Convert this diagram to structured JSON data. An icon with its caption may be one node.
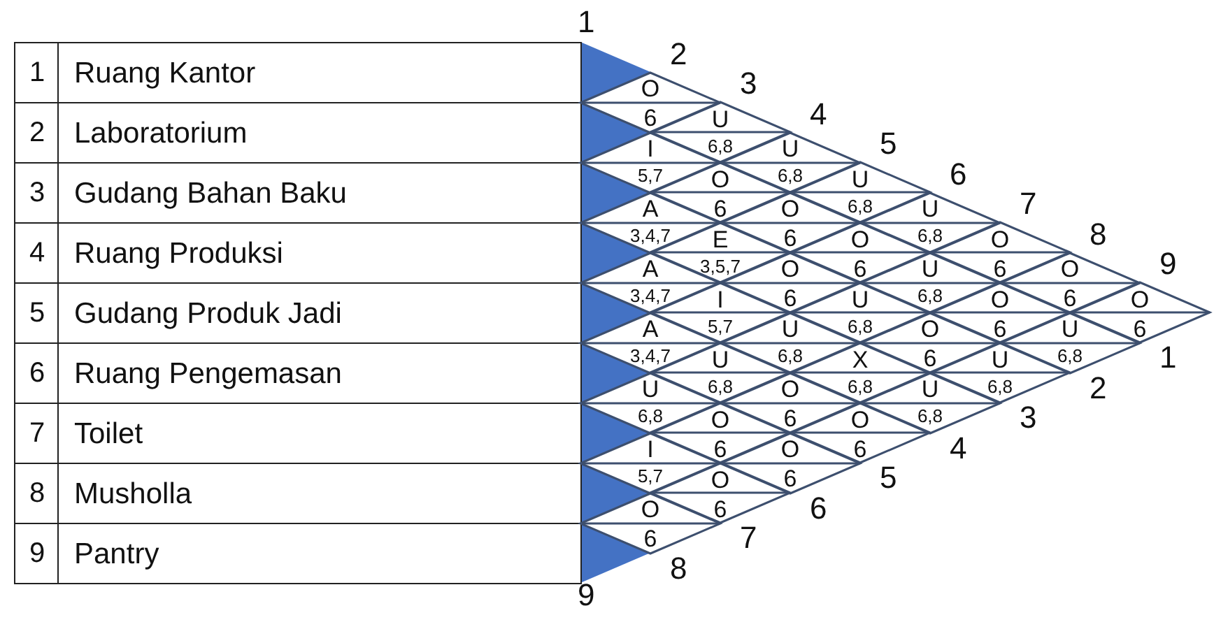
{
  "diagram": {
    "nodes": [
      {
        "text": [
          "O",
          "6"
        ]
      },
      {
        "text": [
          "U",
          "6,8"
        ]
      },
      {
        "text": [
          "U",
          "6,8"
        ]
      },
      {
        "text": [
          "U",
          "6,8"
        ]
      },
      {
        "text": [
          "U",
          "6,8"
        ]
      },
      {
        "text": [
          "O",
          "6"
        ]
      },
      {
        "text": [
          "O",
          "6"
        ]
      },
      {
        "text": [
          "O",
          "6"
        ]
      },
      {
        "text": [
          "I",
          "5,7"
        ]
      },
      {
        "text": [
          "O",
          "6"
        ]
      },
      {
        "text": [
          "O",
          "6"
        ]
      },
      {
        "text": [
          "O",
          "6"
        ]
      },
      {
        "text": [
          "U",
          "6,8"
        ]
      },
      {
        "text": [
          "O",
          "6"
        ]
      },
      {
        "text": [
          "U",
          "6,8"
        ]
      },
      {
        "text": [
          "A",
          "3,4,7"
        ]
      },
      {
        "text": [
          "E",
          "3,5,7"
        ]
      },
      {
        "text": [
          "O",
          "6"
        ]
      },
      {
        "text": [
          "U",
          "6,8"
        ]
      },
      {
        "text": [
          "O",
          "6"
        ]
      },
      {
        "text": [
          "U",
          "6,8"
        ]
      },
      {
        "text": [
          "A",
          "3,4,7"
        ]
      },
      {
        "text": [
          "I",
          "5,7"
        ]
      },
      {
        "text": [
          "U",
          "6,8"
        ]
      },
      {
        "text": [
          "X",
          "6,8"
        ]
      },
      {
        "text": [
          "U",
          "6,8"
        ]
      },
      {
        "text": [
          "A",
          "3,4,7"
        ]
      },
      {
        "text": [
          "U",
          "6,8"
        ]
      },
      {
        "text": [
          "O",
          "6"
        ]
      },
      {
        "text": [
          "O",
          "6"
        ]
      },
      {
        "text": [
          "U",
          "6,8"
        ]
      },
      {
        "text": [
          "O",
          "6"
        ]
      },
      {
        "text": [
          "O",
          "6"
        ]
      },
      {
        "text": [
          "I",
          "5,7"
        ]
      },
      {
        "text": [
          "O",
          "6"
        ]
      },
      {
        "text": [
          "O",
          "6"
        ]
      }
    ],
    "labels": [
      "1",
      "Ruang Kantor",
      "2",
      "Laboratorium",
      "3",
      "Gudang Bahan Baku",
      "4",
      "Ruang Produksi",
      "5",
      "Gudang Produk Jadi",
      "6",
      "Ruang Pengemasan",
      "7",
      "Toilet",
      "8",
      "Musholla",
      "9",
      "Pantry",
      "1",
      "2",
      "3",
      "4",
      "5",
      "6",
      "7",
      "8",
      "9",
      "9",
      "8",
      "7",
      "6",
      "5",
      "4",
      "3",
      "2",
      "1"
    ]
  }
}
